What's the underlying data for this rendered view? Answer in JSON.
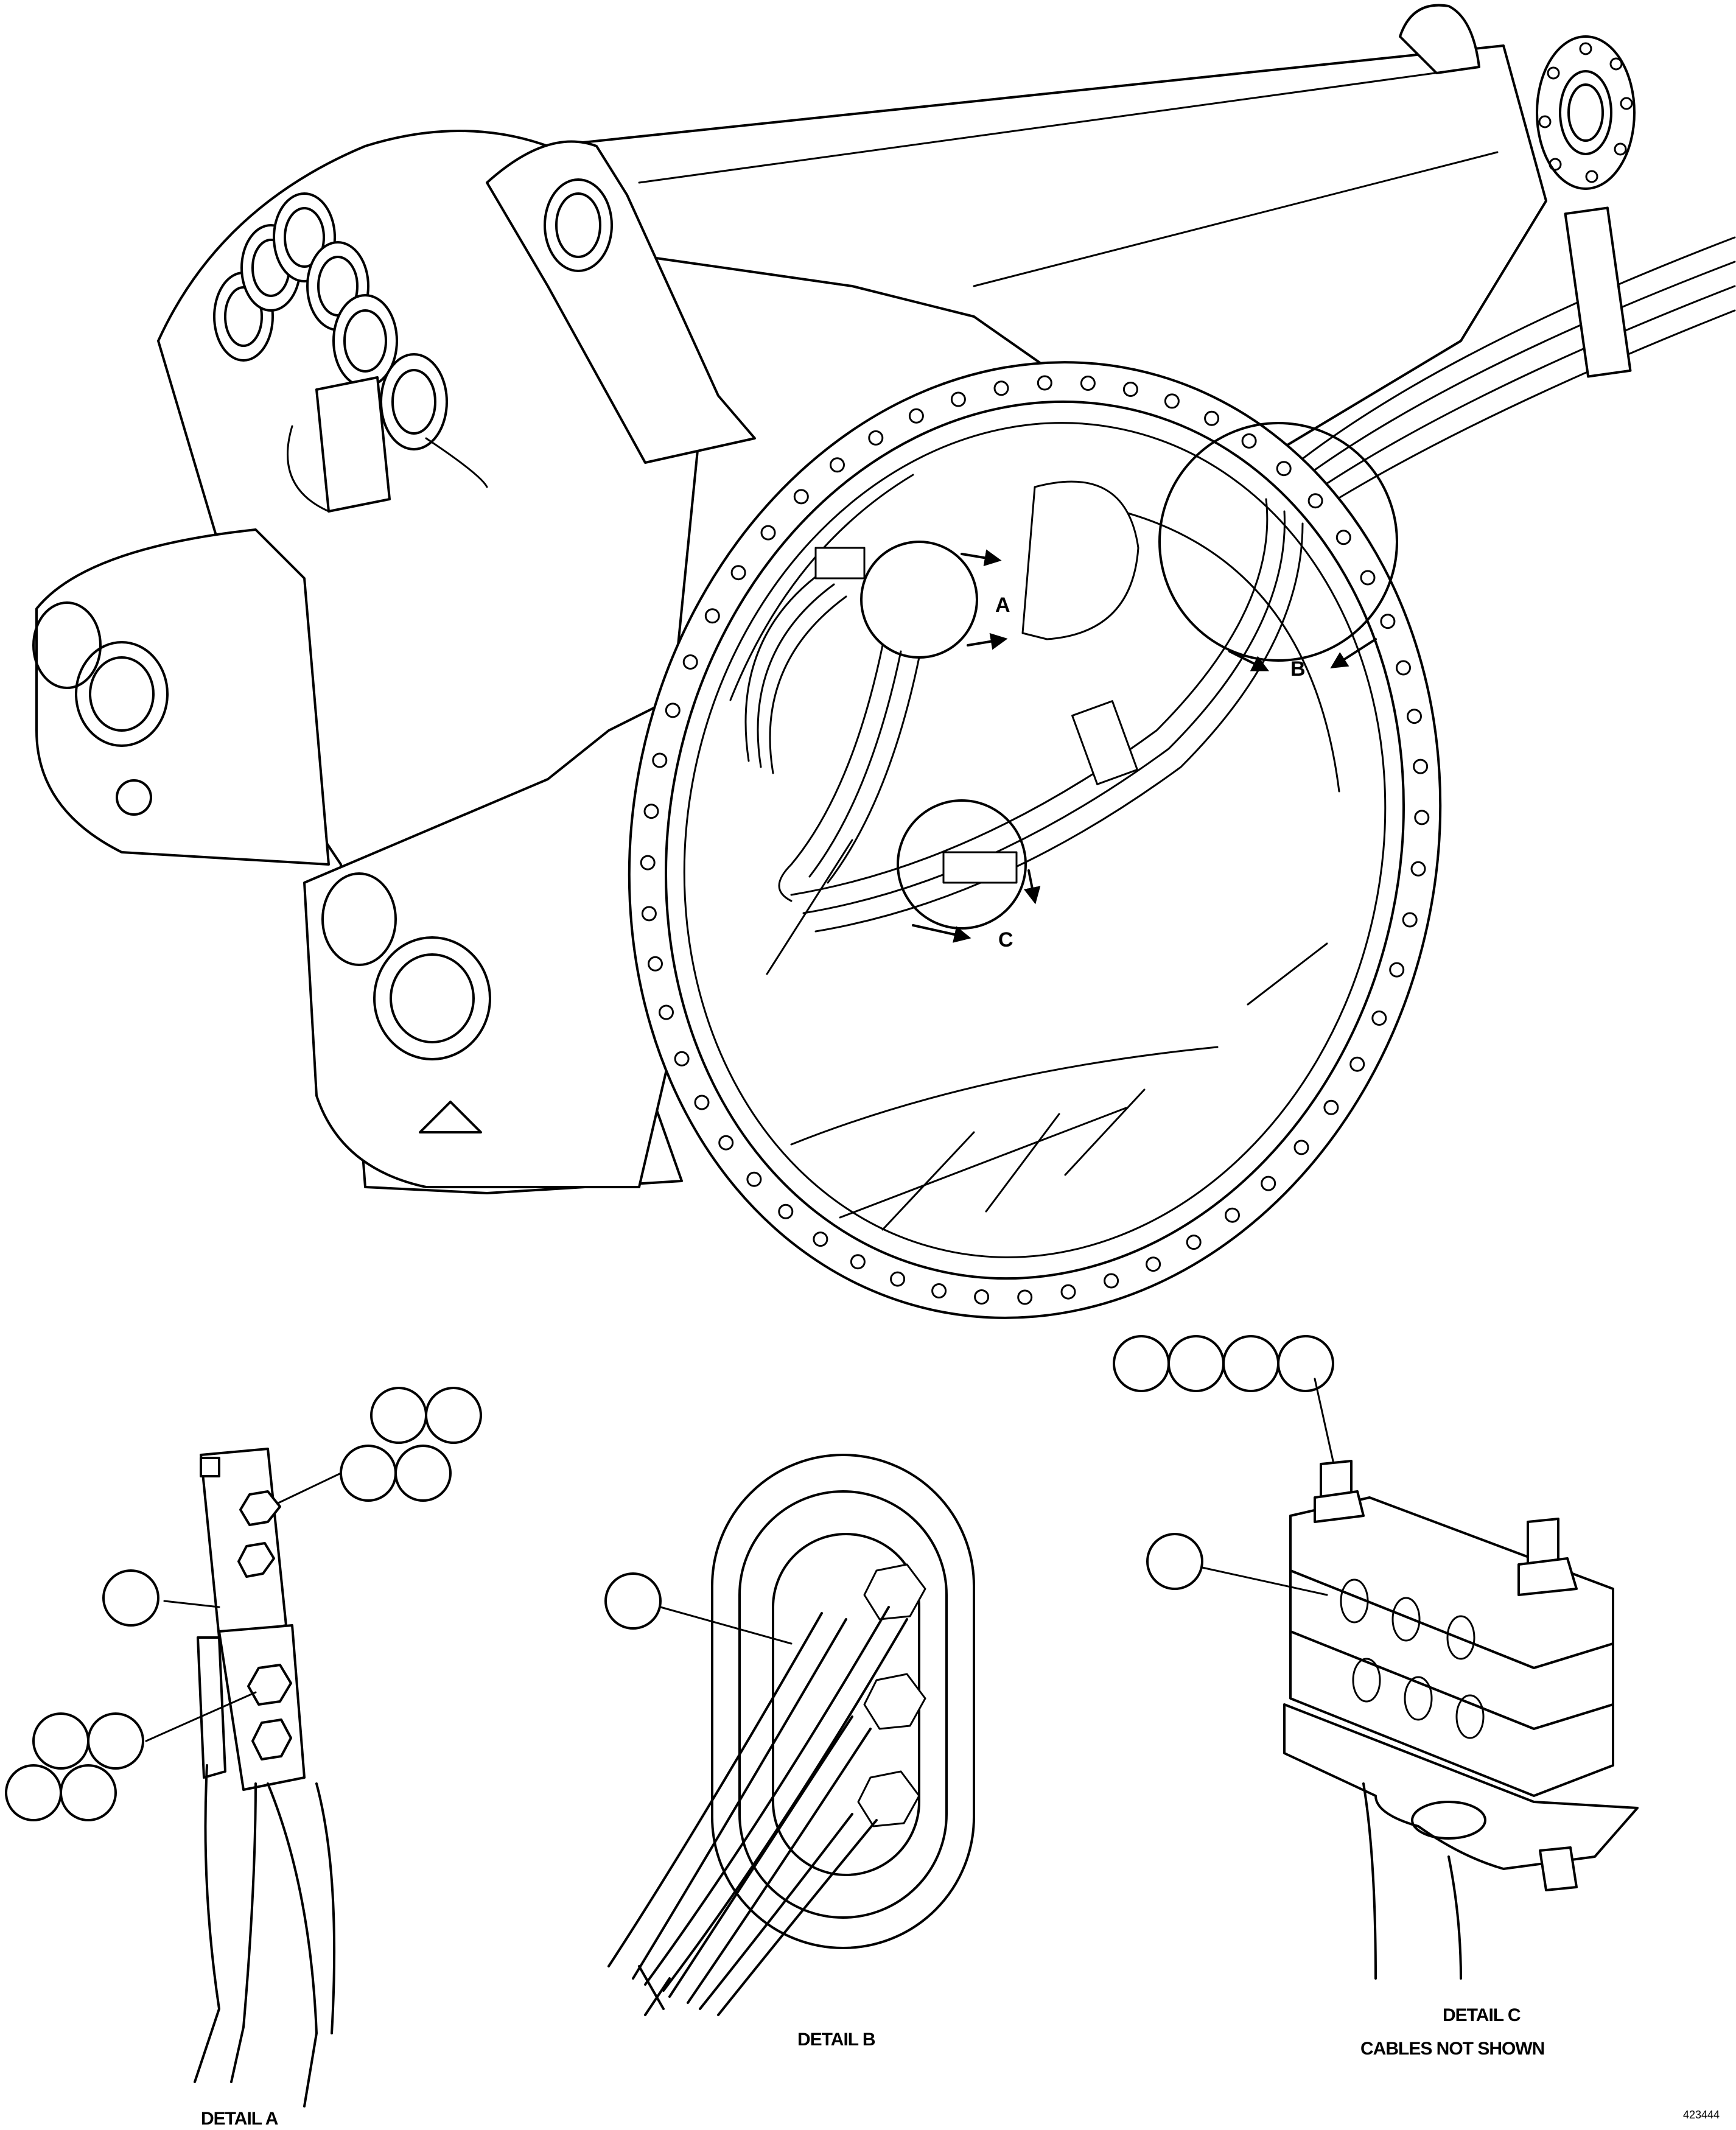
{
  "callouts": {
    "a": "A",
    "b": "B",
    "c": "C"
  },
  "captions": {
    "detail_a": "DETAIL A",
    "detail_b": "DETAIL B",
    "detail_c": "DETAIL C",
    "detail_c_note": "CABLES NOT SHOWN"
  },
  "drawing_number": "423444"
}
